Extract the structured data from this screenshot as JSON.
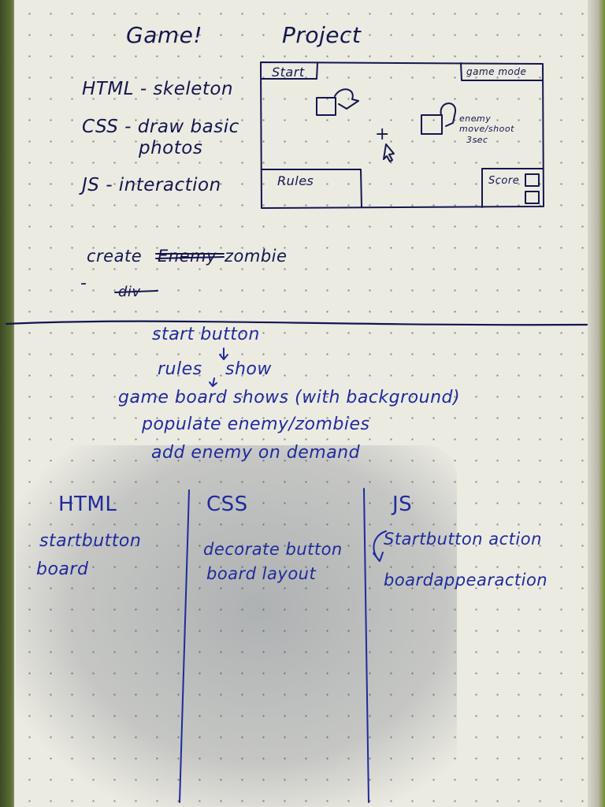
{
  "photo": {
    "subject": "handwritten notebook page",
    "ink_colors": {
      "black": "#14154f",
      "blue": "#1f2a9c"
    }
  },
  "top_section": {
    "title_left": "Game!",
    "title_right": "Project",
    "plan": [
      {
        "text": "HTML - skeleton"
      },
      {
        "text": "CSS - draw basic"
      },
      {
        "text": "photos"
      },
      {
        "text": "JS - interaction"
      }
    ],
    "create_line": {
      "prefix": "create",
      "struck_word": "Enemy",
      "suffix": "zombie"
    },
    "dash": "-",
    "struck_div": "div"
  },
  "wireframe": {
    "start_label": "Start",
    "game_mode_label": "game mode",
    "rules_label": "Rules",
    "score_label": "Score",
    "enemy_note": [
      "enemy",
      "move/shoot",
      "3sec"
    ],
    "crosshair": "+"
  },
  "flow": {
    "steps": [
      "start button",
      "rules",
      "show",
      "game board shows (with background)",
      "populate enemy/zombies",
      "add enemy on demand"
    ]
  },
  "columns": [
    {
      "heading": "HTML",
      "items": [
        "startbutton",
        "board"
      ]
    },
    {
      "heading": "CSS",
      "items": [
        "decorate button",
        "board layout"
      ]
    },
    {
      "heading": "JS",
      "items": [
        "Startbutton action",
        "boardappearaction"
      ]
    }
  ]
}
